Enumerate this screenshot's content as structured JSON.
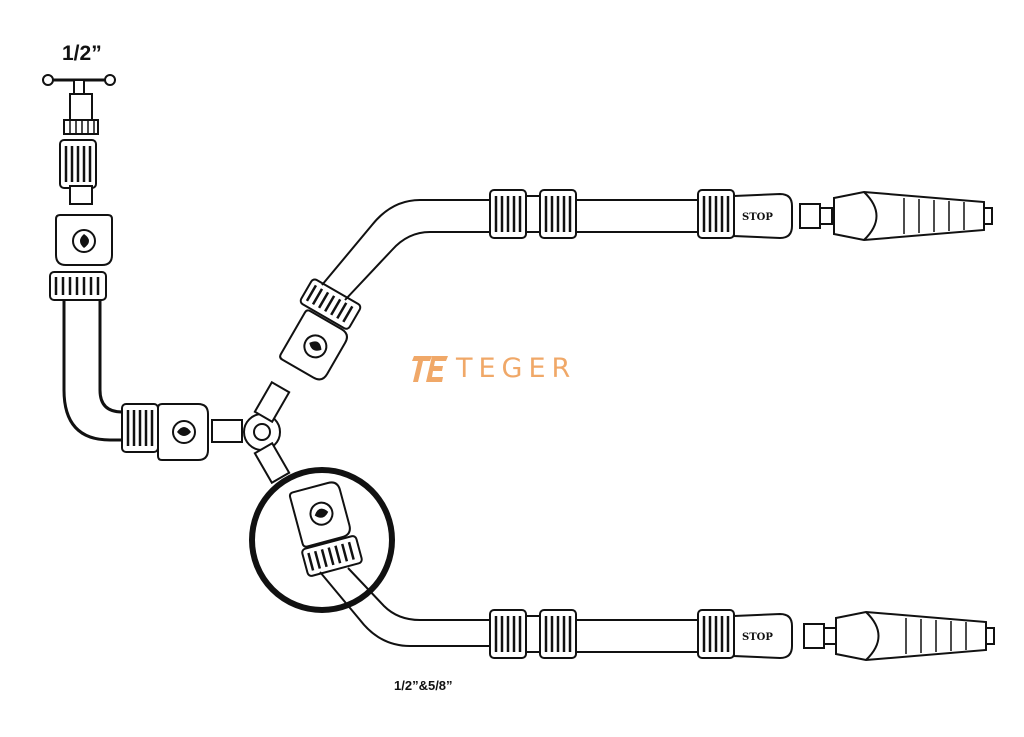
{
  "labels": {
    "faucet_size": "1/2”",
    "hose_size": "1/2”&5/8”"
  },
  "brand": {
    "logo_letters": "TE",
    "name": "TEGER",
    "color": "#f0a868"
  },
  "stop_label": "STOP",
  "line_color": "#111111"
}
